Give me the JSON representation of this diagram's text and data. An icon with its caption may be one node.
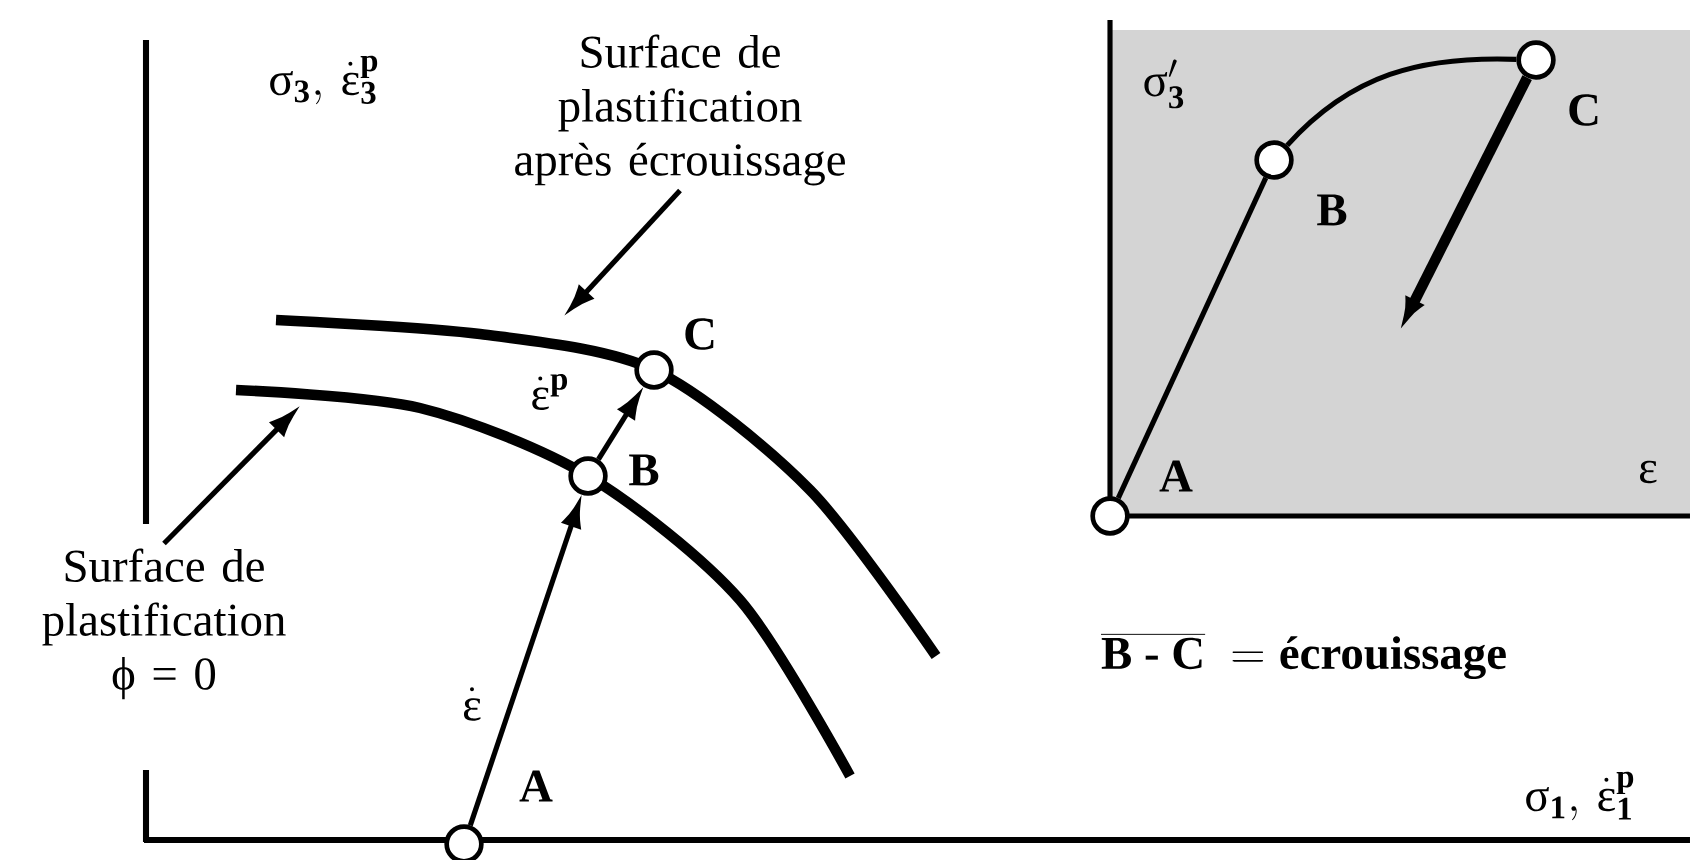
{
  "diagram": {
    "nodes": [
      {
        "text": [
          "Surface de plastification après écrouissage"
        ]
      },
      {
        "text": [],
        "shape": "circle",
        "beside": [
          "A"
        ]
      },
      {
        "text": [],
        "shape": "circle",
        "beside": [
          "B"
        ]
      },
      {
        "text": [],
        "shape": "circle",
        "beside": [
          "C"
        ]
      },
      {
        "text": [
          "Surface de plastification ϕ = 0"
        ]
      },
      {
        "text": [],
        "shape": "circle",
        "beside": [
          "A"
        ]
      },
      {
        "text": [],
        "shape": "circle",
        "beside": [
          "B"
        ]
      },
      {
        "text": [],
        "shape": "circle",
        "beside": [
          "C"
        ]
      }
    ],
    "edges": [
      {
        "from": 1,
        "to": 2,
        "arrow": "to",
        "label": "\\dot{\\mbox{ε}}"
      },
      {
        "from": 2,
        "to": 3,
        "arrow": "to",
        "label": "\\dot{\\mbox{ε}}^{\\mathbf{p}}"
      },
      {
        "from": 0,
        "to": null,
        "arrow": "to"
      },
      {
        "from": 4,
        "to": null,
        "arrow": "to"
      },
      {
        "from": 5,
        "to": 6,
        "arrow": "none"
      },
      {
        "from": 6,
        "to": 7,
        "arrow": "none"
      },
      {
        "from": 7,
        "to": null,
        "arrow": "to",
        "style": "thick"
      }
    ],
    "labels": [
      "\\mbox{σ}_{\\mathbf{3}},\\,\\dot{\\mbox{ε}}_{\\mathbf{3}}^{\\mathbf{p}}",
      "\\mbox{σ}_{\\mathbf{3}}'",
      "\\mbox{ε}",
      "\\overline{\\textbf{B - C}}\\ = \\textbf{écrouissage}",
      "\\mbox{σ}_{\\mathbf{1}},\\,\\dot{\\mbox{ε}}_{\\mathbf{1}}^{\\mathbf{p}}"
    ]
  }
}
